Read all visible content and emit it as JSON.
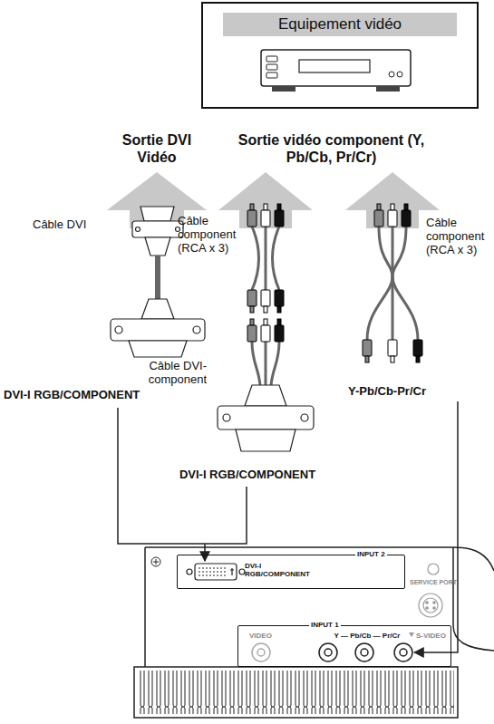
{
  "diagram": {
    "nodes": [
      {
        "text": [
          "Equipement vidéo"
        ]
      },
      {
        "text": [
          "INPUT 2",
          "DVI-I RGB/COMPONENT"
        ]
      },
      {
        "text": [
          "INPUT 1",
          "VIDEO",
          "Y — Pb/Cb — Pr/Cr",
          "S-VIDEO"
        ]
      }
    ],
    "labels": [
      "Sortie DVI Vidéo",
      "Sortie vidéo component (Y, Pb/Cb, Pr/Cr)",
      "Câble DVI",
      "Câble component (RCA x 3)",
      "Câble component (RCA x 3)",
      "Câble DVI-component",
      "DVI-I RGB/COMPONENT",
      "Y-Pb/Cb-Pr/Cr",
      "DVI-I RGB/COMPONENT",
      "SERVICE PORT"
    ]
  }
}
